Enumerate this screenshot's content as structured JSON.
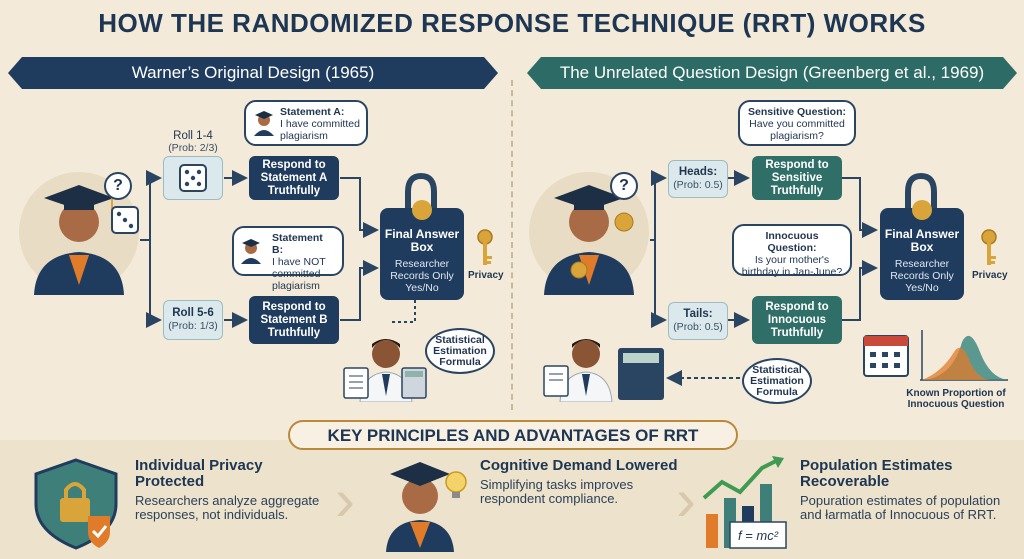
{
  "title": "HOW THE RANDOMIZED RESPONSE TECHNIQUE (RRT) WORKS",
  "warner": {
    "ribbon": "Warner’s Original Design (1965)",
    "roll1_title": "Roll 1-4",
    "roll1_prob": "(Prob: 2/3)",
    "roll2_title": "Roll 5-6",
    "roll2_prob": "(Prob: 1/3)",
    "statement_a_title": "Statement A:",
    "statement_a_text": "I have committed plagiarism",
    "statement_b_title": "Statement B:",
    "statement_b_text": "I have NOT committed plagiarism",
    "respond_a": "Respond to Statement A Truthfully",
    "respond_b": "Respond to Statement B Truthfully",
    "final_title": "Final Answer Box",
    "final_sub": "Researcher Records Only Yes/No",
    "privacy": "Privacy",
    "estimation": "Statistical Estimation Formula",
    "question_mark": "?"
  },
  "greenberg": {
    "ribbon": "The Unrelated Question Design (Greenberg et al., 1969)",
    "heads_title": "Heads:",
    "heads_prob": "(Prob: 0.5)",
    "tails_title": "Tails:",
    "tails_prob": "(Prob: 0.5)",
    "sensitive_title": "Sensitive Question:",
    "sensitive_text": "Have you committed plagiarism?",
    "innocuous_title": "Innocuous Question:",
    "innocuous_text": "Is your mother's birthday in Jan-June?",
    "respond_sensitive": "Respond to Sensitive Truthfully",
    "respond_innocuous": "Respond to Innocuous Truthfully",
    "final_title": "Final Answer Box",
    "final_sub": "Researcher Records Only Yes/No",
    "privacy": "Privacy",
    "estimation": "Statistical Estimation Formula",
    "known": "Known Proportion of Innocuous Question",
    "question_mark": "?"
  },
  "principles": {
    "banner": "KEY PRINCIPLES AND ADVANTAGES OF RRT",
    "items": [
      {
        "title": "Individual Privacy Protected",
        "desc": "Researchers analyze aggregate responses, not individuals."
      },
      {
        "title": "Cognitive Demand Lowered",
        "desc": "Simplifying tasks improves respondent compliance."
      },
      {
        "title": "Population Estimates Recoverable",
        "desc": "Popuration estimates of population and łarmatla of Innocuous of RRT."
      }
    ],
    "formula": "f = mc²"
  },
  "colors": {
    "navy": "#1f3c5e",
    "teal": "#2d6b66",
    "background": "#f3ead9",
    "gold": "#d9a53a",
    "orange": "#e07b2a"
  }
}
